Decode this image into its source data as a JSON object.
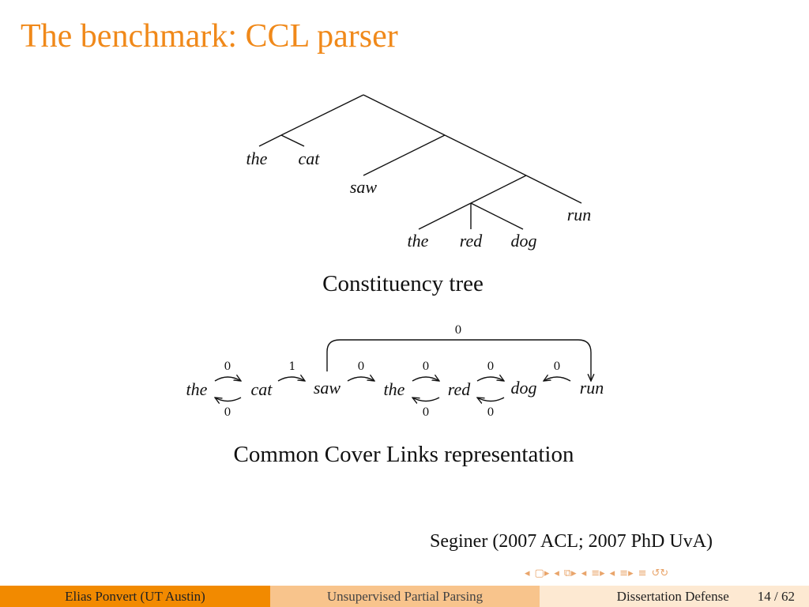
{
  "title": "The benchmark: CCL parser",
  "tree": {
    "leaves": [
      "the",
      "cat",
      "saw",
      "the",
      "red",
      "dog",
      "run"
    ],
    "caption": "Constituency tree"
  },
  "ccl": {
    "words": [
      "the",
      "cat",
      "saw",
      "the",
      "red",
      "dog",
      "run"
    ],
    "links": {
      "the_cat_right": "0",
      "cat_the_left": "0",
      "cat_saw_right": "1",
      "saw_the_right": "0",
      "the_red_right": "0",
      "red_the_left": "0",
      "red_dog_right": "0",
      "dog_red_left": "0",
      "run_dog_left": "0",
      "saw_run_long": "0"
    },
    "caption": "Common Cover Links representation"
  },
  "citation": "Seginer (2007 ACL; 2007 PhD UvA)",
  "footer": {
    "author": "Elias Ponvert  (UT Austin)",
    "talk": "Unsupervised Partial Parsing",
    "event": "Dissertation Defense",
    "page": "14 / 62"
  },
  "nav_icons": [
    "nav-prev-frame-icon",
    "nav-next-frame-icon",
    "nav-prev-slide-icon",
    "nav-next-slide-icon",
    "nav-prev-section-icon",
    "nav-next-section-icon",
    "nav-prev-subsection-icon",
    "nav-next-subsection-icon",
    "nav-toc-icon",
    "nav-search-icon"
  ],
  "colors": {
    "title": "#f0891a",
    "footer_dark": "#f28a00",
    "footer_mid": "#f8c48c",
    "footer_light": "#fde9d2"
  }
}
